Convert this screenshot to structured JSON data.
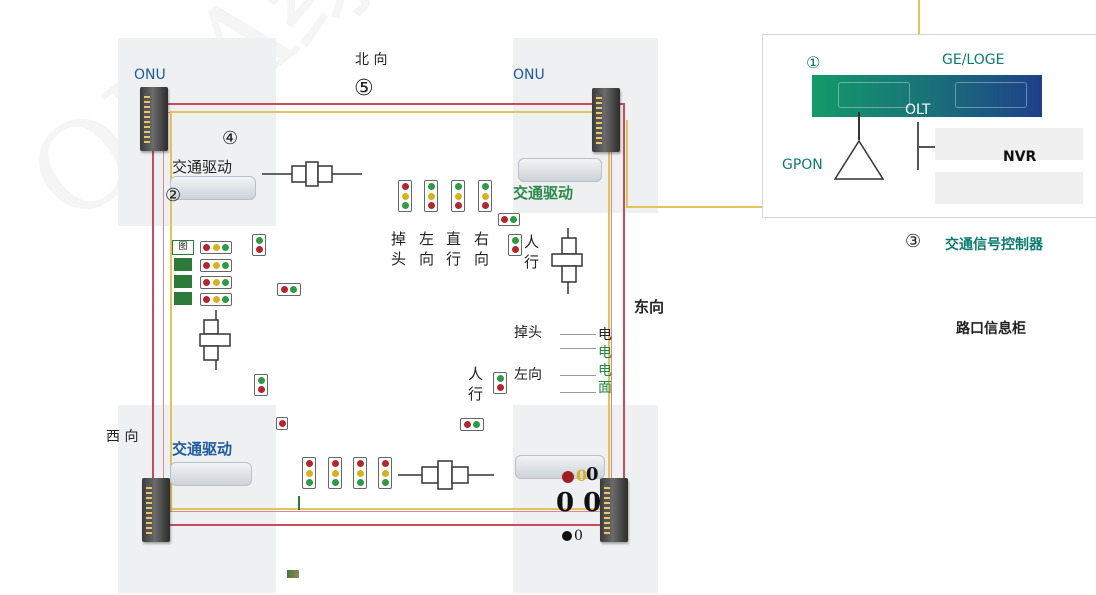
{
  "watermark": "ONA绿色",
  "north": {
    "label": "北 向",
    "num": "⑤"
  },
  "south": {
    "label": "西 向"
  },
  "east": {
    "label": "东向"
  },
  "cabinet_label": "路口信息柜",
  "onu_tl": "ONU",
  "onu_tr": "ONU",
  "marker_4": "④",
  "marker_2": "②",
  "marker_1": "①",
  "marker_3": "③",
  "driver_tl": "交通驱动",
  "driver_tr": "交通驱动",
  "driver_bl": "交通驱动",
  "signal_controller": "交通信号控制器",
  "ge_loge": "GE/LOGE",
  "olt": "OLT",
  "nvr": "NVR",
  "gpon": "GPON",
  "direction_labels": {
    "uturn": "掉\n头",
    "left": "左\n向",
    "straight": "直\n行",
    "right": "右\n向",
    "ped": "人\n行",
    "ped2": "人\n行"
  },
  "east_rows": {
    "uturn": "掉头",
    "left": "左向",
    "tag1": "电",
    "tag2": "电",
    "tag3": "电",
    "tag4": "面"
  },
  "small_tag": "图",
  "br_readout": {
    "a": "0",
    "b": "0",
    "c": "0 0",
    "d": "0"
  },
  "colors": {
    "red_line": "#c94b5c",
    "yellow_line": "#e3c45a",
    "olt_bar": "#1b8a77",
    "accent_blue": "#1f5aa0"
  }
}
